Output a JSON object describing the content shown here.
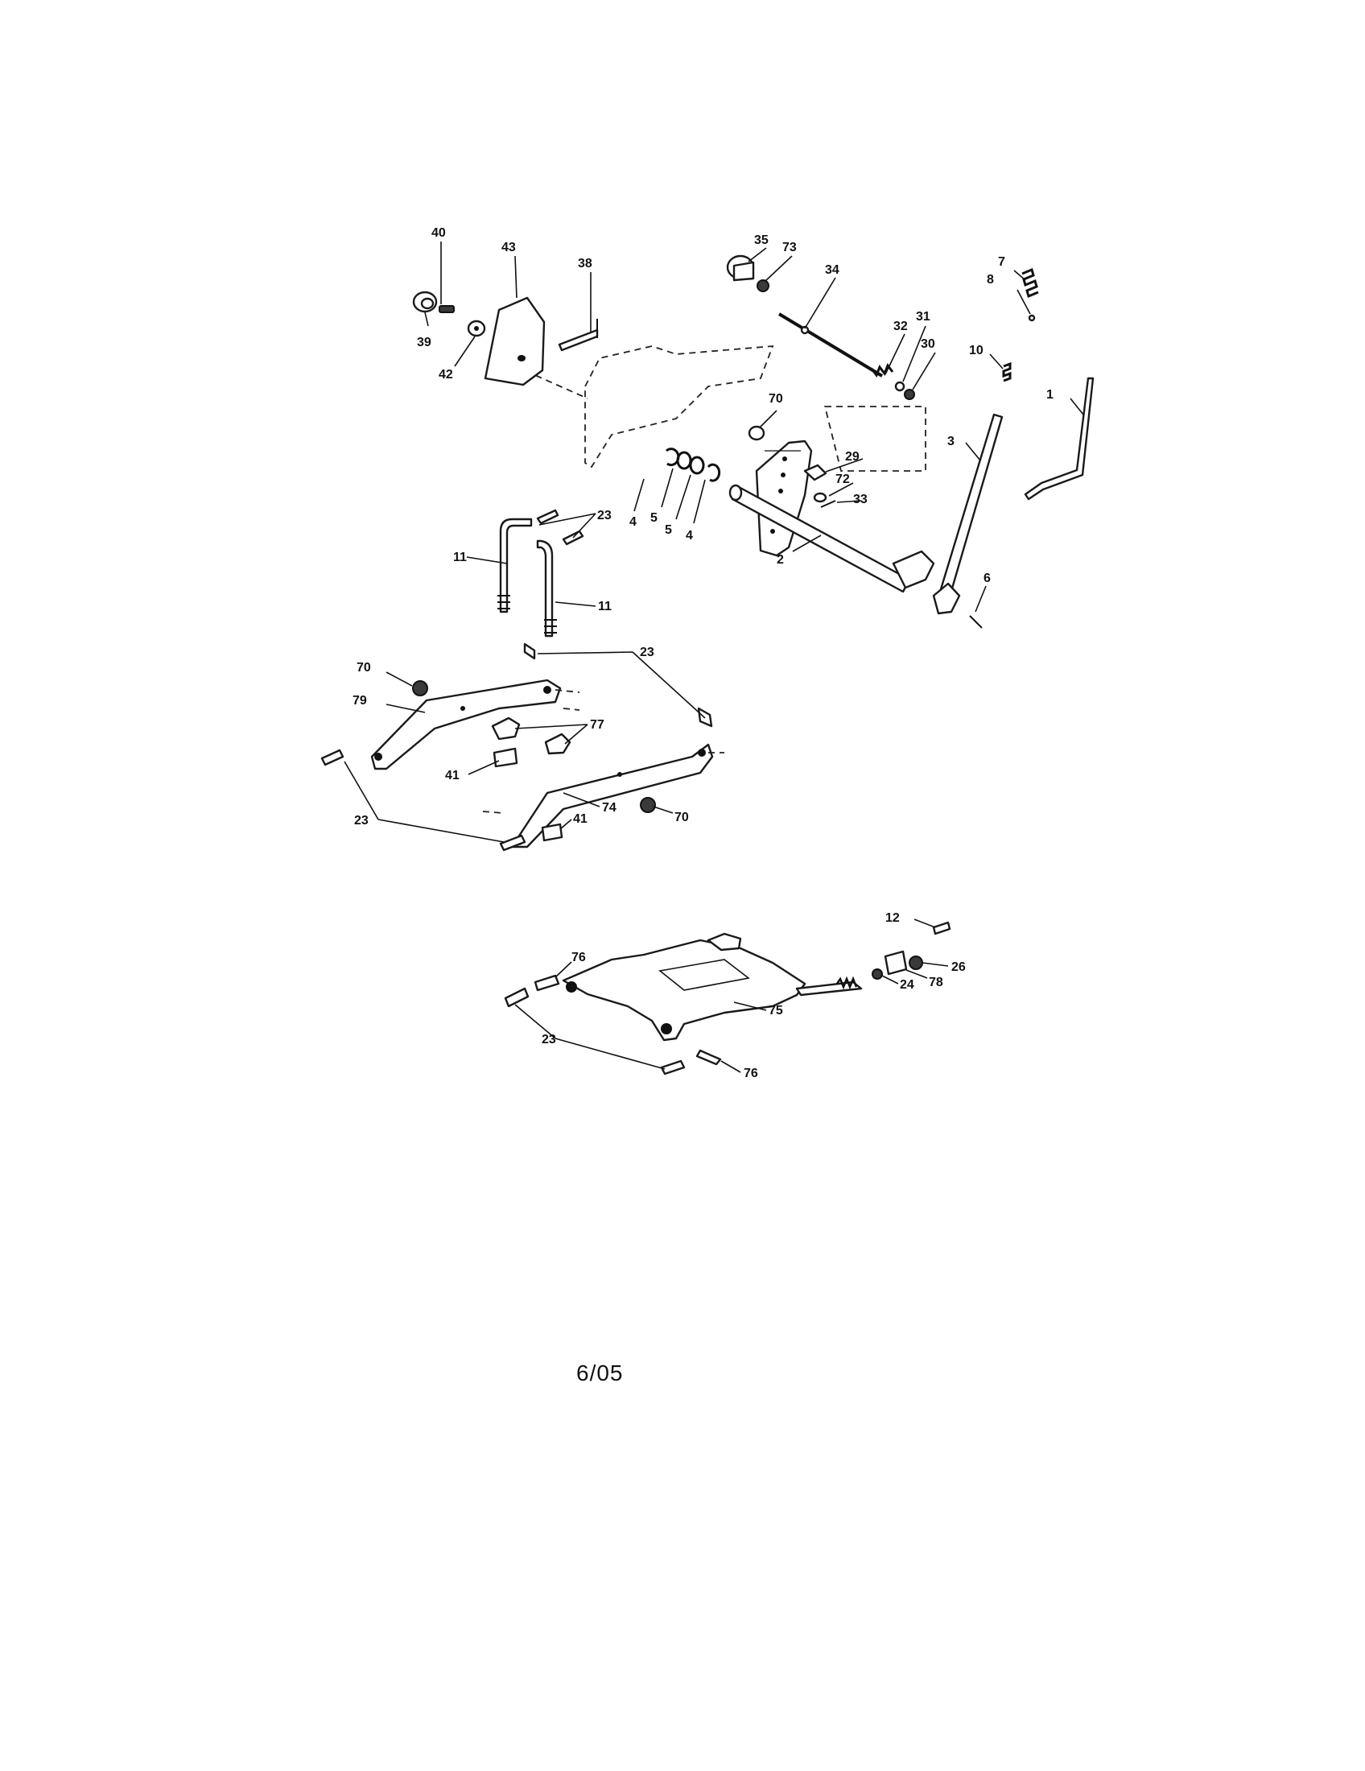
{
  "diagram": {
    "callouts": {
      "c1": "1",
      "c2": "2",
      "c3": "3",
      "c4a": "4",
      "c4b": "4",
      "c5a": "5",
      "c5b": "5",
      "c6": "6",
      "c7": "7",
      "c8": "8",
      "c10": "10",
      "c11a": "11",
      "c11b": "11",
      "c12": "12",
      "c23a": "23",
      "c23b": "23",
      "c23c": "23",
      "c23d": "23",
      "c24": "24",
      "c26": "26",
      "c29": "29",
      "c30": "30",
      "c31": "31",
      "c32": "32",
      "c33": "33",
      "c34": "34",
      "c35": "35",
      "c38": "38",
      "c39": "39",
      "c40": "40",
      "c41a": "41",
      "c41b": "41",
      "c42": "42",
      "c43": "43",
      "c70a": "70",
      "c70b": "70",
      "c70c": "70",
      "c72": "72",
      "c73": "73",
      "c74": "74",
      "c75": "75",
      "c76a": "76",
      "c76b": "76",
      "c77": "77",
      "c78": "78",
      "c79": "79"
    }
  },
  "footer": {
    "date": "6/05"
  }
}
